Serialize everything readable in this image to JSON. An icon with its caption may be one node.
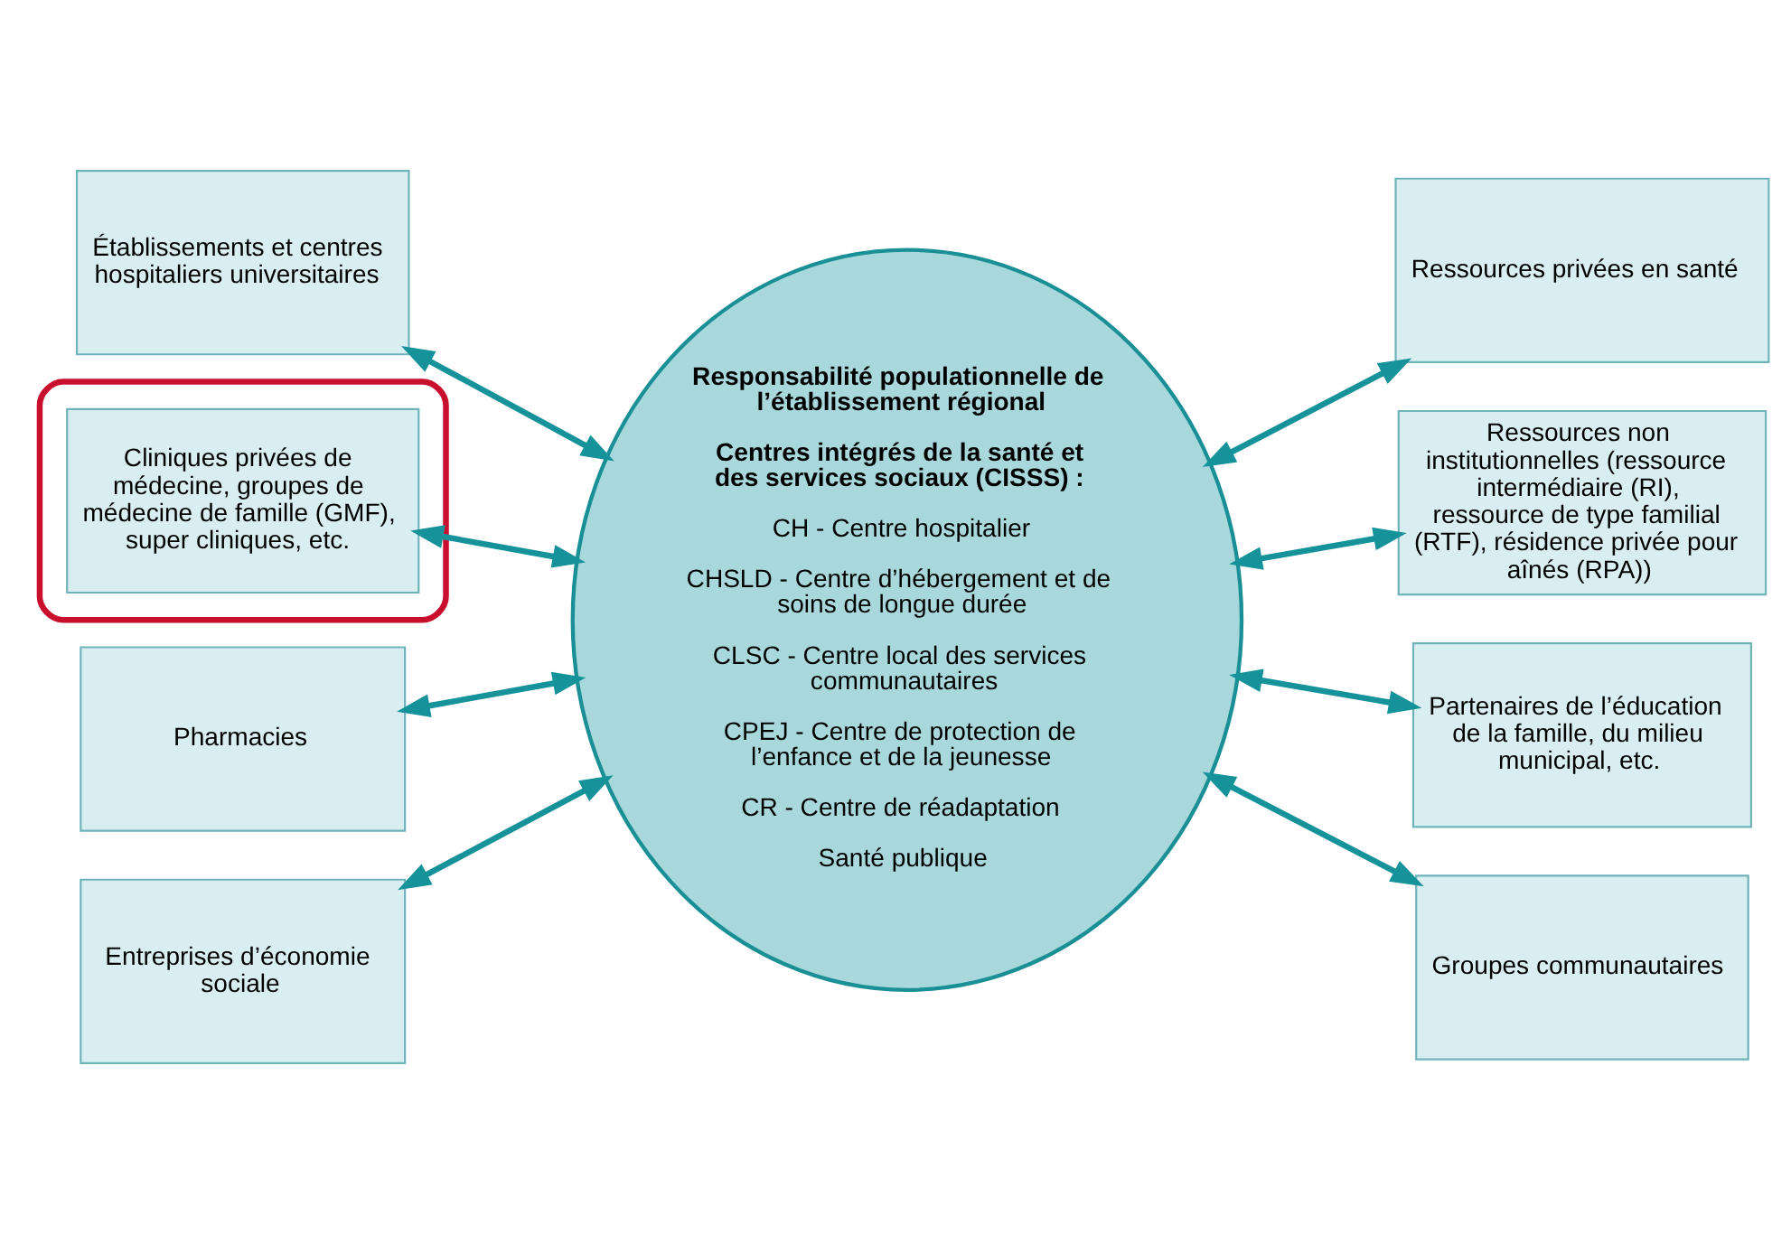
{
  "diagram": {
    "nodes": [
      {
        "text": [
          "Établissements et centres hospitaliers universitaires"
        ]
      },
      {
        "text": [],
        "shape": "ellipse"
      },
      {
        "text": [
          "Cliniques privées de médecine, groupes de médecine de famille (GMF), super cliniques, etc."
        ],
        "in": 1
      },
      {
        "text": [
          "Pharmacies"
        ]
      },
      {
        "text": [
          "Entreprises d’économie sociale"
        ]
      },
      {
        "text": [
          "Responsabilité populationnelle de l’établissement régional",
          "Centres intégrés de la santé et des services sociaux (CISSS) :",
          "CH - Centre hospitalier",
          "CHSLD - Centre d’hébergement et de soins de longue durée",
          "CLSC - Centre local des services communautaires",
          "CPEJ - Centre de protection de l’enfance et de la jeunesse",
          "CR - Centre de réadaptation",
          "Santé publique"
        ]
      },
      {
        "text": [
          "Ressources privées en santé"
        ]
      },
      {
        "text": [
          "Ressources non institutionnelles (ressource intermédiaire (RI), ressource de type familial (RTF), résidence privée pour aînés (RPA))"
        ]
      },
      {
        "text": [
          "Partenaires de l’éducation de la famille, du milieu municipal, etc."
        ]
      },
      {
        "text": [
          "Groupes communautaires"
        ]
      }
    ],
    "edges": [
      {
        "from": 0,
        "to": 5,
        "arrow": "both"
      },
      {
        "from": 2,
        "to": 5,
        "arrow": "both"
      },
      {
        "from": 3,
        "to": 5,
        "arrow": "both"
      },
      {
        "from": 4,
        "to": 5,
        "arrow": "both"
      },
      {
        "from": 5,
        "to": 6,
        "arrow": "both"
      },
      {
        "from": 5,
        "to": 7,
        "arrow": "both"
      },
      {
        "from": 5,
        "to": 8,
        "arrow": "both"
      },
      {
        "from": 5,
        "to": 9,
        "arrow": "both"
      }
    ]
  }
}
